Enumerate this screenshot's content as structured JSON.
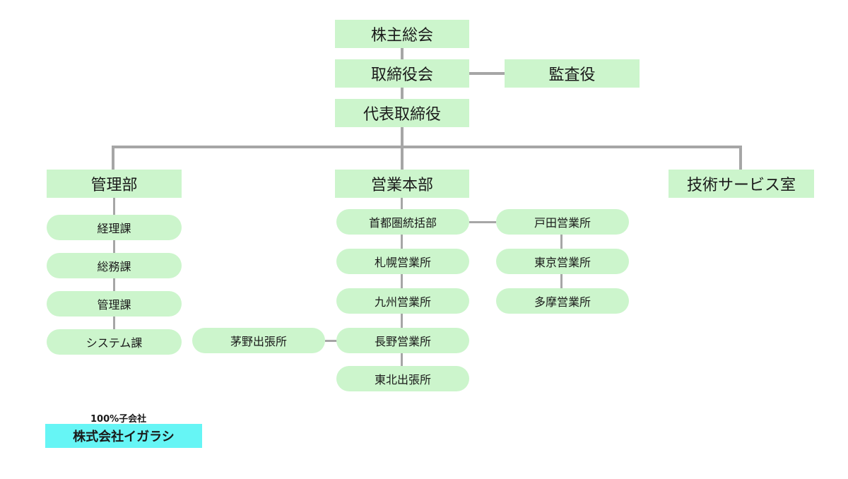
{
  "top": {
    "shareholders": "株主総会",
    "board": "取締役会",
    "auditor": "監査役",
    "ceo": "代表取締役"
  },
  "admin": {
    "name": "管理部",
    "sections": [
      "経理課",
      "総務課",
      "管理課",
      "システム課"
    ]
  },
  "sales": {
    "name": "営業本部",
    "offices": [
      "首都圏統括部",
      "札幌営業所",
      "九州営業所",
      "長野営業所",
      "東北出張所"
    ],
    "metro_offices": [
      "戸田営業所",
      "東京営業所",
      "多摩営業所"
    ],
    "nagano_branch": "茅野出張所"
  },
  "tech": {
    "name": "技術サービス室"
  },
  "subsidiary": {
    "label": "100%子会社",
    "name": "株式会社イガラシ"
  },
  "colors": {
    "box_fill": "#ccf5cc",
    "subsidiary_fill": "#66f5f5",
    "line": "#a6a6a6"
  }
}
